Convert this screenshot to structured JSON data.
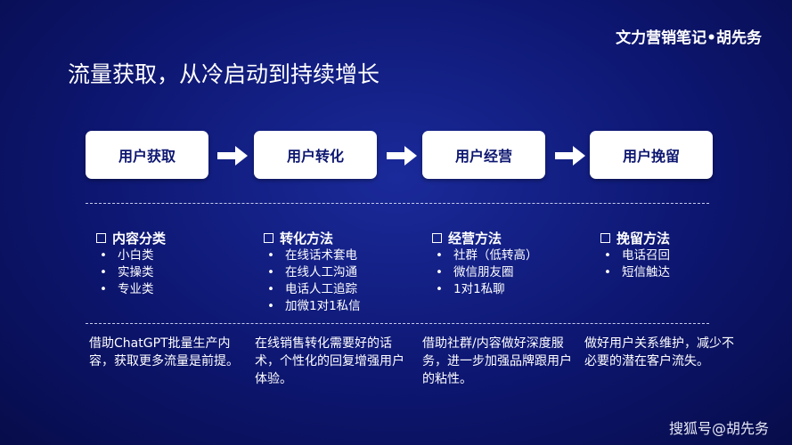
{
  "header": {
    "brand": "文力营销笔记•胡先务",
    "title": "流量获取，从冷启动到持续增长"
  },
  "flow": {
    "steps": [
      {
        "label": "用户获取"
      },
      {
        "label": "用户转化"
      },
      {
        "label": "用户经营"
      },
      {
        "label": "用户挽留"
      }
    ]
  },
  "sections": [
    {
      "heading": "内容分类",
      "items": [
        "小白类",
        "实操类",
        "专业类"
      ],
      "description": "借助ChatGPT批量生产内容，获取更多流量是前提。"
    },
    {
      "heading": "转化方法",
      "items": [
        "在线话术套电",
        "在线人工沟通",
        "电话人工追踪",
        "加微1对1私信"
      ],
      "description": "在线销售转化需要好的话术，个性化的回复增强用户体验。"
    },
    {
      "heading": "经营方法",
      "items": [
        "社群（低转高）",
        "微信朋友圈",
        "1对1私聊"
      ],
      "description": "借助社群/内容做好深度服务，进一步加强品牌跟用户的粘性。"
    },
    {
      "heading": "挽留方法",
      "items": [
        "电话召回",
        "短信触达"
      ],
      "description": "做好用户关系维护，减少不必要的潜在客户流失。"
    }
  ],
  "bullet_glyph": "•",
  "watermark": "搜狐号@胡先务",
  "colors": {
    "background": "#0d1670",
    "box": "#ffffff",
    "box_text": "#0d1670",
    "text": "#ffffff"
  }
}
